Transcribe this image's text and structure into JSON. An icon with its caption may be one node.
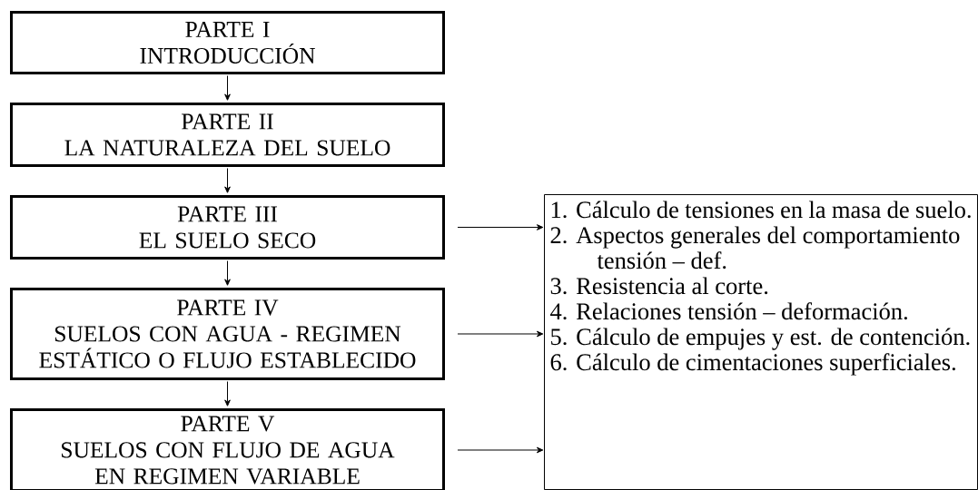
{
  "diagram": {
    "nodes": [
      {
        "text": [
          "PARTE I",
          "INTRODUCCIÓN"
        ]
      },
      {
        "text": [
          "PARTE II",
          "LA NATURALEZA DEL SUELO"
        ]
      },
      {
        "text": [
          "PARTE III",
          "EL SUELO SECO"
        ]
      },
      {
        "text": [
          "PARTE IV",
          "SUELOS CON AGUA - REGIMEN ESTÁTICO O FLUJO ESTABLECIDO"
        ]
      },
      {
        "text": [
          "PARTE V",
          "SUELOS CON FLUJO DE AGUA EN REGIMEN VARIABLE"
        ]
      },
      {
        "text": [
          "1. Cálculo de tensiones en la masa de suelo.",
          "2. Aspectos generales del comportamiento tensión – def.",
          "3. Resistencia al corte.",
          "4. Relaciones tensión – deformación.",
          "5. Cálculo de empujes y est. de contención.",
          "6. Cálculo de cimentaciones superficiales."
        ]
      }
    ],
    "edges": [
      {
        "from": 0,
        "to": 1,
        "arrow": "to"
      },
      {
        "from": 1,
        "to": 2,
        "arrow": "to"
      },
      {
        "from": 2,
        "to": 3,
        "arrow": "to"
      },
      {
        "from": 3,
        "to": 4,
        "arrow": "to"
      },
      {
        "from": 2,
        "to": 5,
        "arrow": "to"
      },
      {
        "from": 3,
        "to": 5,
        "arrow": "to"
      },
      {
        "from": 4,
        "to": 5,
        "arrow": "to"
      }
    ]
  }
}
